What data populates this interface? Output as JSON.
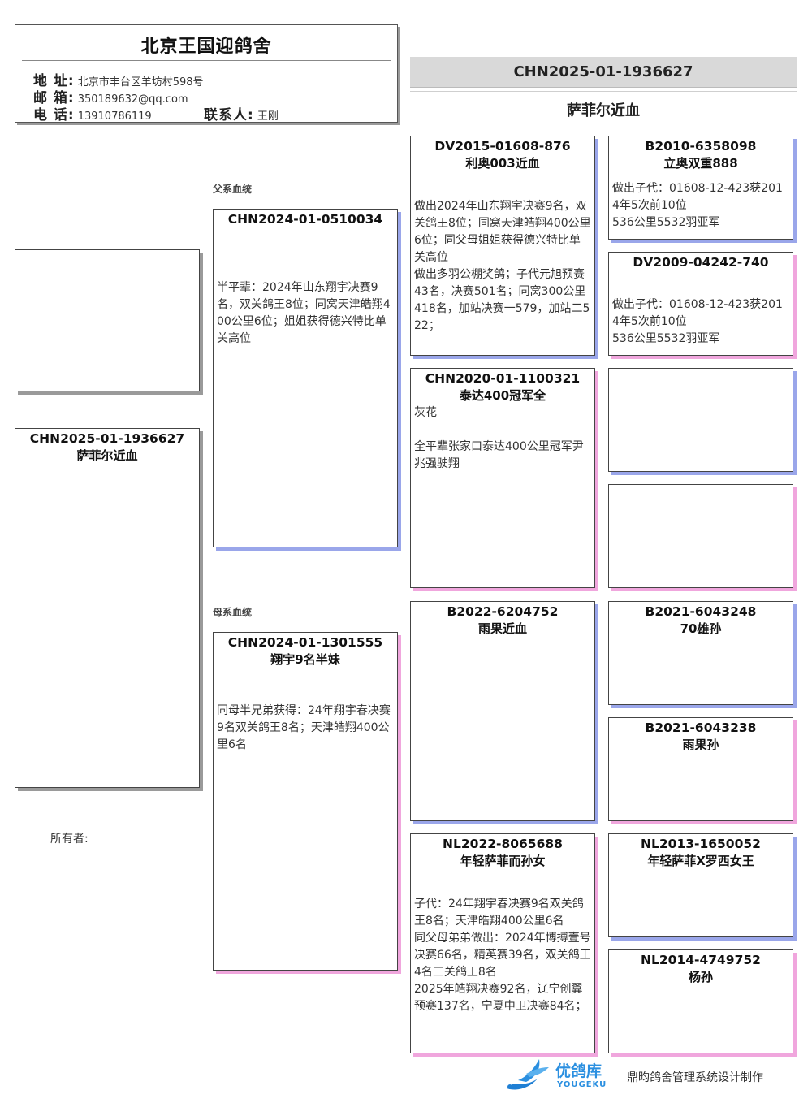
{
  "loft": {
    "name": "北京王国迎鸽舍",
    "address_label": "地 址:",
    "address": "北京市丰台区羊坊村598号",
    "email_label": "邮 箱:",
    "email": "350189632@qq.com",
    "phone_label": "电 话:",
    "phone": "13910786119",
    "contact_label": "联系人:",
    "contact": "王刚"
  },
  "pigeon": {
    "ring": "CHN2025-01-1936627",
    "name": "萨菲尔近血"
  },
  "photo_card": {
    "ring": "",
    "name": "",
    "notes": ""
  },
  "subject_card": {
    "ring": "CHN2025-01-1936627",
    "name": "萨菲尔近血",
    "notes": ""
  },
  "sire_label": "父系血统",
  "dam_label": "母系血统",
  "owner": {
    "label": "所有者:"
  },
  "sire": {
    "ring": "CHN2024-01-0510034",
    "name": "",
    "notes": "半平辈：2024年山东翔宇决赛9名，双关鸽王8位；同窝天津皓翔400公里6位；姐姐获得德兴特比单关高位"
  },
  "dam": {
    "ring": "CHN2024-01-1301555",
    "name": "翔宇9名半妹",
    "notes": "同母半兄弟获得：24年翔宇春决赛9名双关鸽王8名；天津皓翔400公里6名"
  },
  "ss": {
    "ring": "DV2015-01608-876",
    "name": "利奥003近血",
    "notes": "做出2024年山东翔宇决赛9名，双关鸽王8位；同窝天津皓翔400公里6位；同父母姐姐获得德兴特比单关高位\n做出多羽公棚奖鸽；子代元旭预赛43名，决赛501名；同窝300公里418名，加站决赛一579，加站二522；"
  },
  "sd": {
    "ring": "CHN2020-01-1100321",
    "name": "泰达400冠军全",
    "notes": "灰花\n\n全平辈张家口泰达400公里冠军尹兆强驶翔"
  },
  "ds": {
    "ring": "B2022-6204752",
    "name": "雨果近血",
    "notes": ""
  },
  "dd": {
    "ring": "NL2022-8065688",
    "name": "年轻萨菲而孙女",
    "notes": "子代：24年翔宇春决赛9名双关鸽王8名；天津皓翔400公里6名\n同父母弟弟做出：2024年博搏壹号决赛66名，精英赛39名，双关鸽王4名三关鸽王8名\n2025年皓翔决赛92名，辽宁创翼预赛137名，宁夏中卫决赛84名；"
  },
  "sss": {
    "ring": "B2010-6358098",
    "name": "立奥双重888",
    "notes": "做出子代：01608-12-423获2014年5次前10位\n536公里5532羽亚军"
  },
  "ssd": {
    "ring": "DV2009-04242-740",
    "name": "",
    "notes": "做出子代：01608-12-423获2014年5次前10位\n536公里5532羽亚军"
  },
  "sds": {
    "ring": "",
    "name": "",
    "notes": ""
  },
  "sdd": {
    "ring": "",
    "name": "",
    "notes": ""
  },
  "dss": {
    "ring": "B2021-6043248",
    "name": "70雄孙",
    "notes": ""
  },
  "dsd": {
    "ring": "B2021-6043238",
    "name": "雨果孙",
    "notes": ""
  },
  "dds": {
    "ring": "NL2013-1650052",
    "name": "年轻萨菲X罗西女王",
    "notes": ""
  },
  "ddd": {
    "ring": "NL2014-4749752",
    "name": "杨孙",
    "notes": ""
  },
  "footer": {
    "logo_cn": "优鸽库",
    "logo_en": "YOUGEKU",
    "credit": "鼎昀鸽舍管理系统设计制作"
  },
  "colors": {
    "sire_shadow": "#9aa6ea",
    "dam_shadow": "#f0a6dd",
    "neutral_shadow": "#9a9a9a",
    "banner_bg": "#d9d9d9",
    "logo_blue": "#2a8fe0"
  }
}
